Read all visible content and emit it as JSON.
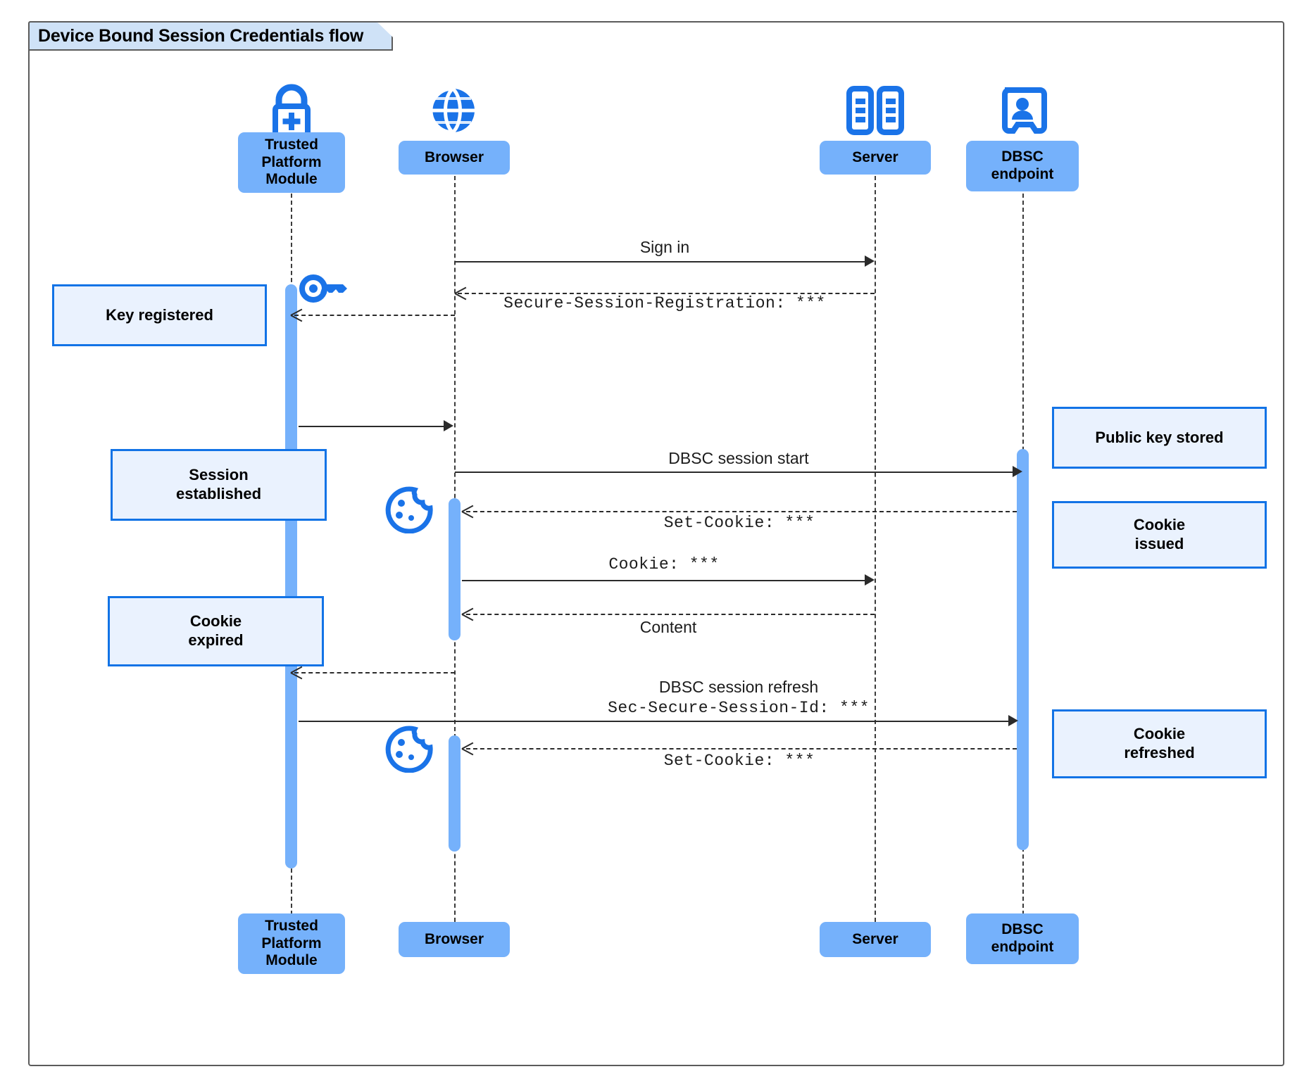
{
  "frame": {
    "title": "Device Bound Session Credentials flow"
  },
  "colors": {
    "participant_fill": "#75b1fb",
    "note_fill": "#eaf2fe",
    "note_border": "#1273e6",
    "icon_blue": "#1a73e8",
    "frame_border": "#5b5b5b",
    "tab_fill": "#cfe2f7",
    "line": "#2b2b2b"
  },
  "participants": [
    {
      "id": "tpm",
      "label": "Trusted\nPlatform\nModule",
      "icon": "lock-plus-icon"
    },
    {
      "id": "browser",
      "label": "Browser",
      "icon": "globe-icon"
    },
    {
      "id": "server",
      "label": "Server",
      "icon": "server-rack-icon"
    },
    {
      "id": "dbsc",
      "label": "DBSC\nendpoint",
      "icon": "id-badge-icon"
    }
  ],
  "participants_bottom": [
    {
      "id": "tpm",
      "label": "Trusted\nPlatform\nModule"
    },
    {
      "id": "browser",
      "label": "Browser"
    },
    {
      "id": "server",
      "label": "Server"
    },
    {
      "id": "dbsc",
      "label": "DBSC\nendpoint"
    }
  ],
  "messages": [
    {
      "id": "m1",
      "label": "Sign in",
      "mono": false,
      "style": "solid",
      "dir": "right",
      "from": "browser",
      "to": "server"
    },
    {
      "id": "m2",
      "label": "Secure-Session-Registration: ***",
      "mono": true,
      "style": "dashed",
      "dir": "left",
      "from": "server",
      "to": "browser"
    },
    {
      "id": "m3",
      "label": "",
      "mono": false,
      "style": "dashed",
      "dir": "left",
      "from": "browser",
      "to": "tpm"
    },
    {
      "id": "m4",
      "label": "",
      "mono": false,
      "style": "solid",
      "dir": "right",
      "from": "tpm",
      "to": "browser"
    },
    {
      "id": "m5",
      "label": "DBSC session start",
      "mono": false,
      "style": "solid",
      "dir": "right",
      "from": "browser",
      "to": "dbsc"
    },
    {
      "id": "m6",
      "label": "Set-Cookie: ***",
      "mono": true,
      "style": "dashed",
      "dir": "left",
      "from": "dbsc",
      "to": "browser"
    },
    {
      "id": "m7",
      "label": "Cookie: ***",
      "mono": true,
      "style": "solid",
      "dir": "right",
      "from": "browser",
      "to": "server"
    },
    {
      "id": "m8",
      "label": "Content",
      "mono": false,
      "style": "dashed",
      "dir": "left",
      "from": "server",
      "to": "browser"
    },
    {
      "id": "m9",
      "label": "DBSC session refresh",
      "mono": false,
      "style": "dashed",
      "dir": "left",
      "from": "browser",
      "to": "tpm"
    },
    {
      "id": "m10",
      "label": "Sec-Secure-Session-Id: ***",
      "mono": true,
      "style": "solid",
      "dir": "right",
      "from": "tpm",
      "to": "dbsc"
    },
    {
      "id": "m11",
      "label": "Set-Cookie: ***",
      "mono": true,
      "style": "dashed",
      "dir": "left",
      "from": "dbsc",
      "to": "browser"
    }
  ],
  "notes": [
    {
      "id": "n1",
      "label": "Key registered",
      "side": "left"
    },
    {
      "id": "n2",
      "label": "Session\nestablished",
      "side": "left"
    },
    {
      "id": "n3",
      "label": "Cookie\nexpired",
      "side": "left"
    },
    {
      "id": "n4",
      "label": "Public key stored",
      "side": "right"
    },
    {
      "id": "n5",
      "label": "Cookie\nissued",
      "side": "right"
    },
    {
      "id": "n6",
      "label": "Cookie\nrefreshed",
      "side": "right"
    }
  ],
  "inline_icons": [
    {
      "id": "key1",
      "name": "key-icon",
      "near": "tpm"
    },
    {
      "id": "cookie1",
      "name": "cookie-icon",
      "near": "browser"
    },
    {
      "id": "cookie2",
      "name": "cookie-icon",
      "near": "browser"
    }
  ]
}
